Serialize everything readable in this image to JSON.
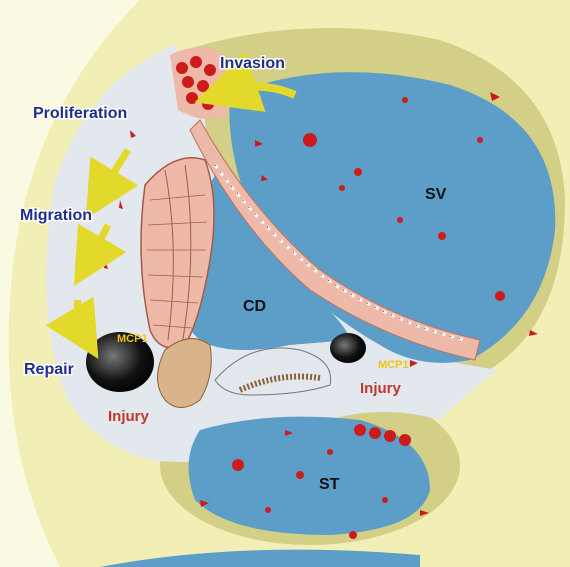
{
  "labels": {
    "invasion": "Invasion",
    "proliferation": "Proliferation",
    "migration": "Migration",
    "repair": "Repair",
    "sv": "SV",
    "cd": "CD",
    "st": "ST",
    "mcp1_left": "MCP1",
    "mcp1_right": "MCP1",
    "injury_left": "Injury",
    "injury_right": "Injury"
  },
  "colors": {
    "background": "#ffffff",
    "outer_tissue": "#f2efb6",
    "olive_layer": "#d3cf86",
    "fluid_blue": "#5d9ec9",
    "lateral_wall": "#e3e7ee",
    "membrane_pink": "#eeb9a9",
    "cell_red": "#cc1b1b",
    "arrow_yellow": "#e3d92a",
    "label_blue": "#1f2f8a",
    "injury_red": "#c0392b",
    "mcp1_yellow": "#f1c40f"
  }
}
